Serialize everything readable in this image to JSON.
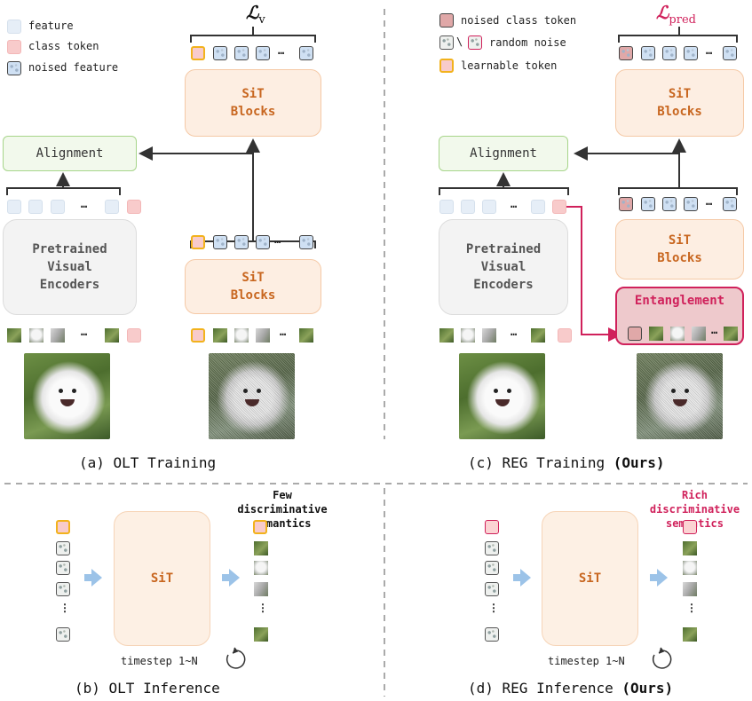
{
  "legend_left": {
    "feature": "feature",
    "class_token": "class token",
    "noised_feature": "noised feature"
  },
  "legend_right": {
    "noised_class_token": "noised class token",
    "random_noise": "random noise",
    "learnable_token": "learnable token"
  },
  "loss_left": {
    "main": "ℒ",
    "sub": "v"
  },
  "loss_right": {
    "main": "ℒ",
    "sub": "pred"
  },
  "blocks": {
    "sit_blocks": "SiT\nBlocks",
    "alignment": "Alignment",
    "pretrained_encoder": "Pretrained\nVisual\nEncoders",
    "entanglement": "Entanglement",
    "sit": "SiT"
  },
  "ellipsis": "…",
  "vdots": "⋮",
  "captions": {
    "a": "(a) OLT Training",
    "c": "(c) REG Training ",
    "c_bold": "(Ours)",
    "b": "(b) OLT Inference",
    "d": "(d) REG Inference ",
    "d_bold": "(Ours)"
  },
  "notes": {
    "few": "Few discriminative\nsemantics",
    "rich": "Rich discriminative\nsemantics"
  },
  "timestep": "timestep 1~N",
  "cycle_icon": "refresh-cycle-icon",
  "colors": {
    "accent_red": "#d0215b",
    "sit_orange": "#c8661f",
    "align_green": "#a7d58a",
    "arrow_blue": "#9cc3e8"
  }
}
